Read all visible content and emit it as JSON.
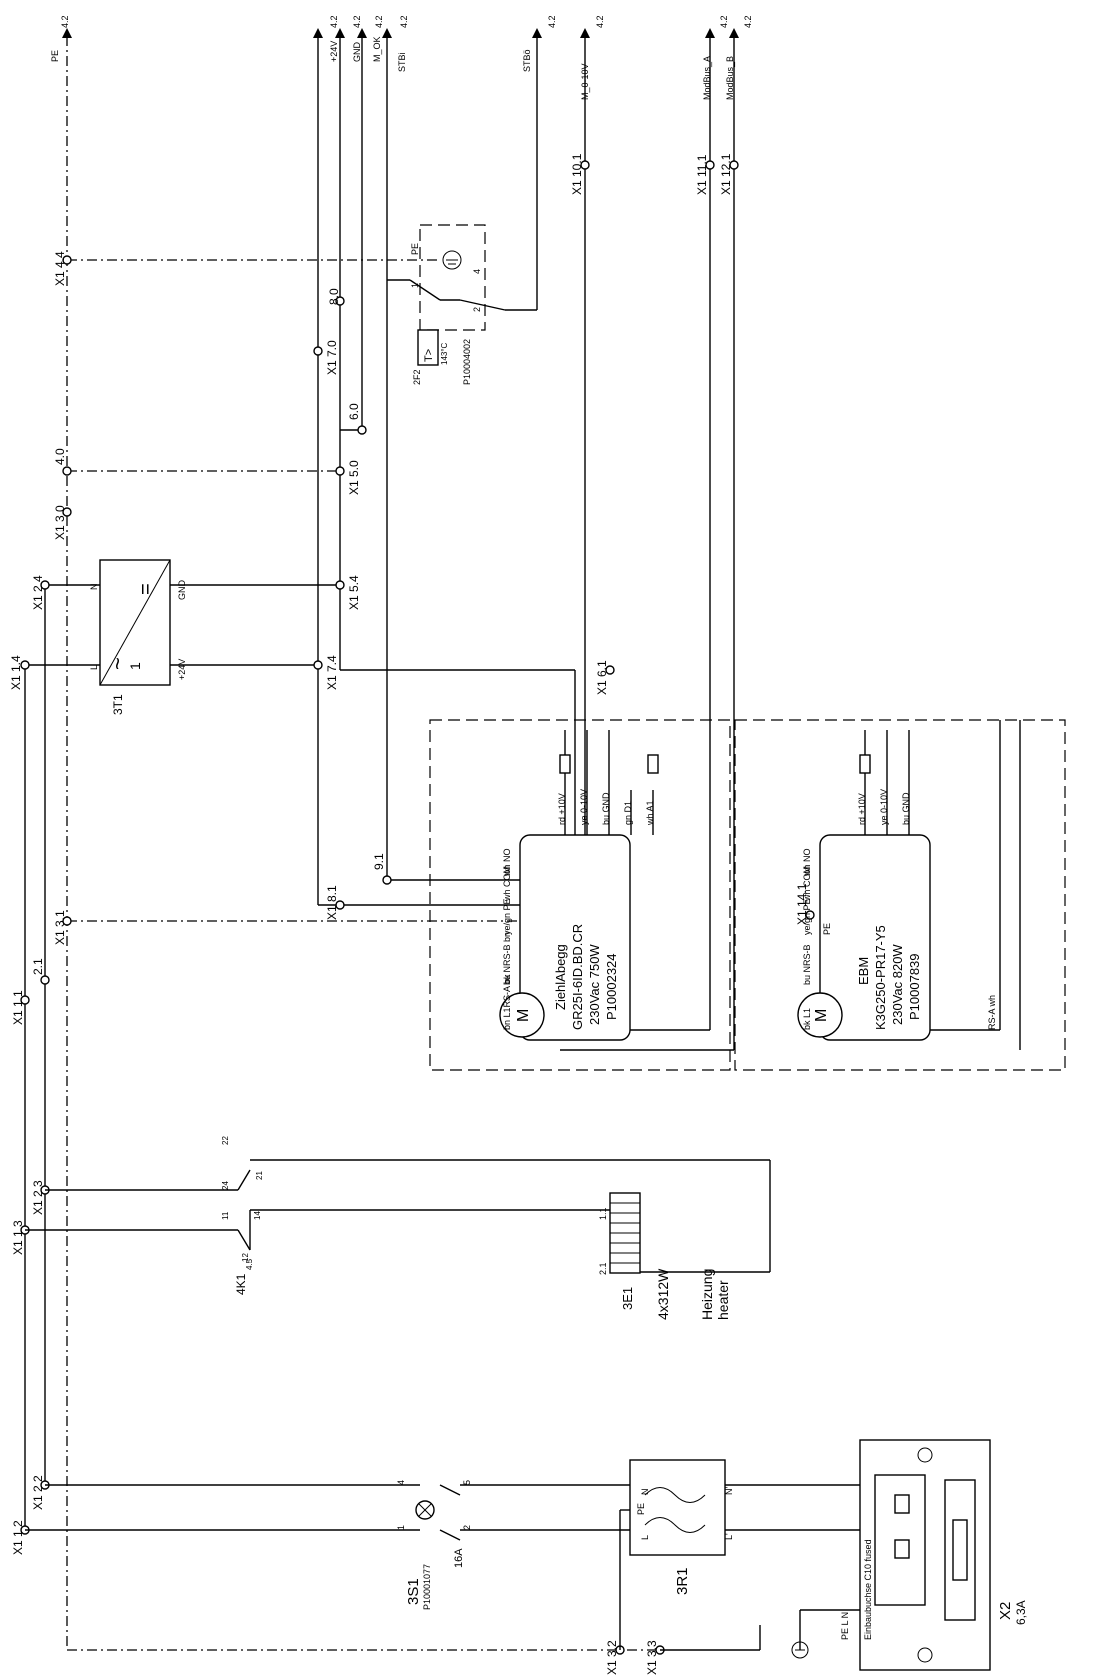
{
  "net_labels": {
    "pe": "PE",
    "p24v": "+24V",
    "gnd": "GND",
    "m_ok": "M_OK",
    "stb_i": "STBi",
    "stb_o": "STBö",
    "m_0_10v": "M_0-10V",
    "modbus_a": "ModBus_A",
    "modbus_b": "ModBus_B",
    "page_ref": "4.2"
  },
  "terminals": {
    "x1_4_4": "X1 4.4",
    "x1_8_0": "8.0",
    "x1_7_0": "X1 7.0",
    "x1_6_0": "6.0",
    "x1_5_0": "X1 5.0",
    "x1_4_0": "4.0",
    "x1_3_0": "X1 3.0",
    "x1_2_4": "X1 2.4",
    "x1_5_4": "X1 5.4",
    "x1_1_4": "X1 1.4",
    "x1_7_4": "X1 7.4",
    "x1_6_1": "X1 6.1",
    "x1_10_1": "X1 10.1",
    "x1_11_1": "X1 11.1",
    "x1_12_1": "X1 12.1",
    "x1_9_1": "9.1",
    "x1_8_1": "X1  8.1",
    "x1_3_1": "X1 3.1",
    "x1_2_1": "2.1",
    "x1_1_1": "X1 1.1",
    "x1_2_3": "X1 2.3",
    "x1_1_3": "X1 1.3",
    "x1_2_2": "X1 2.2",
    "x1_1_2": "X1 1.2",
    "x1_3_2": "X1  3.2",
    "x1_3_3": "X1 3.3",
    "x1_14_1": "X1 14.1"
  },
  "psu": {
    "ref": "3T1",
    "in_l": "L",
    "in_n": "N",
    "out_p": "+24V",
    "out_gnd": "GND",
    "sym_ac": "~",
    "sym_one": "1",
    "sym_dc": "="
  },
  "thermostat": {
    "ref": "2F2",
    "symbol": "T>",
    "temp": "143°C",
    "part": "P10004002",
    "pe": "PE",
    "pin1": "1",
    "pin2": "2",
    "pin4": "4"
  },
  "motor1": {
    "maker": "ZiehlAbegg",
    "model": "GR25I-6ID.BD.CR",
    "rating": "230Vac 750W",
    "part": "P10002324",
    "pins": [
      "rd +10V",
      "ye 0-10V",
      "bu GND",
      "gn D1",
      "wh A1"
    ],
    "relay": [
      "wh NO",
      "wh COM",
      "ye/gn PE"
    ],
    "power": [
      "bu NRS-B bn",
      "bn L1RS-A bk"
    ],
    "symbol": "M"
  },
  "motor2": {
    "maker": "EBM",
    "model": "K3G250-PR17-Y5",
    "rating": "230Vac 820W",
    "part": "P10007839",
    "pins": [
      "rd +10V",
      "ye 0-10V",
      "bu GND"
    ],
    "relay": [
      "wh NO",
      "wh COM",
      "ye/gn PE"
    ],
    "power": [
      "bu NRS-B",
      "bk L1"
    ],
    "rs_a": "RS-A wh",
    "pe_tag": "PE",
    "symbol": "M"
  },
  "relay": {
    "ref": "4K1",
    "ref_sub": "4.5",
    "c11": "11",
    "c12": "12",
    "c14": "14",
    "c21": "21",
    "c22": "22",
    "c24": "24"
  },
  "heater": {
    "ref": "3E1",
    "pin1": "1.1",
    "pin2": "2.1",
    "power": "4x312W",
    "label_de": "Heizung",
    "label_en": "heater"
  },
  "switch": {
    "ref": "3S1",
    "part": "P10001077",
    "rating": "16A",
    "p1": "1",
    "p2": "2",
    "p4": "4",
    "p5": "5"
  },
  "filter": {
    "ref": "3R1",
    "n_in": "N",
    "n_out": "N'",
    "l_in": "L",
    "l_out": "L'",
    "pe": "PE"
  },
  "inlet": {
    "ref": "X2",
    "fuse": "6,3A",
    "desc": "Einbaubuchse C10 fused",
    "pins": "PE L N"
  }
}
